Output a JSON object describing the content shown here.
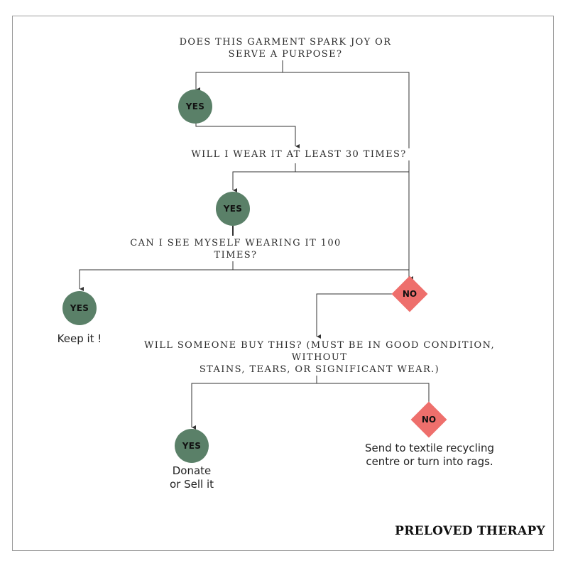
{
  "questions": {
    "q1": "DOES THIS GARMENT SPARK JOY OR\nSERVE A PURPOSE?",
    "q2": "WILL I WEAR IT AT LEAST 30 TIMES?",
    "q3": "CAN I SEE MYSELF WEARING IT 100 TIMES?",
    "q4": "WILL SOMEONE BUY THIS? (MUST BE IN GOOD CONDITION, WITHOUT\nSTAINS, TEARS, OR SIGNIFICANT WEAR.)"
  },
  "nodes": {
    "yes_label": "YES",
    "no_label": "NO"
  },
  "outcomes": {
    "keep": "Keep it !",
    "donate": "Donate\nor Sell it",
    "recycle": "Send to textile recycling\ncentre or turn into rags."
  },
  "brand": "PRELOVED THERAPY",
  "colors": {
    "yes": "#5a8068",
    "no": "#ee6f6c",
    "line": "#333333",
    "frame": "#9a9a9a"
  }
}
